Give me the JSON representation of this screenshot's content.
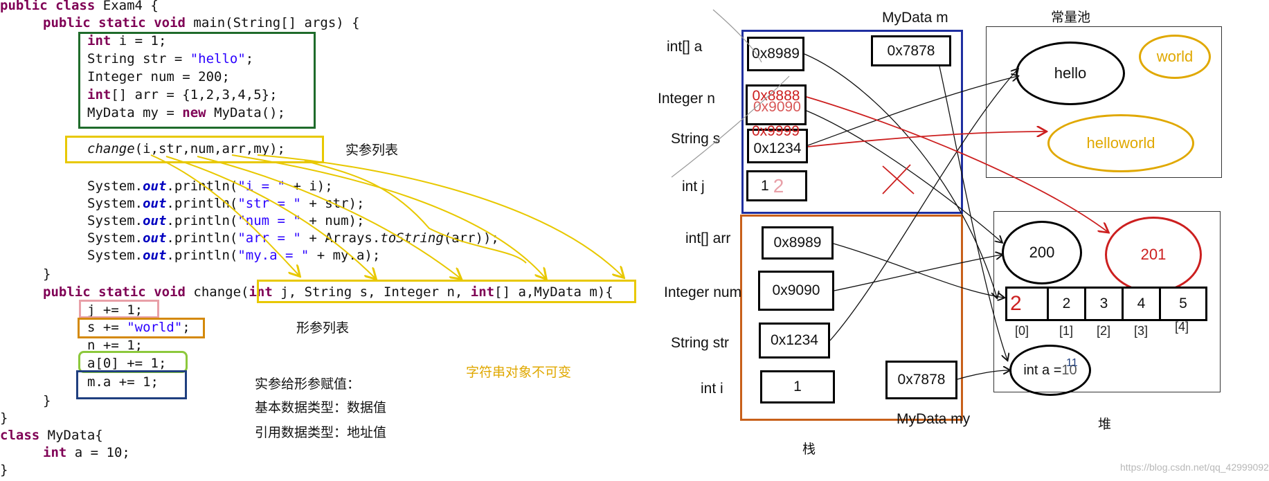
{
  "code": {
    "line1": {
      "kw1": "public",
      "kw2": "class",
      "name": "Exam4 {"
    },
    "line2": {
      "kw1": "public",
      "kw2": "static",
      "kw3": "void",
      "rest": "main(String[] args) {"
    },
    "l_int_i": {
      "kw": "int",
      "rest": "i = 1;"
    },
    "l_str": {
      "pre": "String str = ",
      "lit": "\"hello\"",
      "post": ";"
    },
    "l_num": "Integer num = 200;",
    "l_arr": {
      "kw": "int",
      "rest": "[] arr = {1,2,3,4,5};"
    },
    "l_my": {
      "pre": "MyData my = ",
      "kw": "new",
      "post": "MyData();"
    },
    "l_change": {
      "name": "change",
      "args": "(i,str,num,arr,my);"
    },
    "println": [
      {
        "pre": "System.",
        "out": "out",
        "mid": ".println(",
        "lit": "\"i = \"",
        "post": " + i);"
      },
      {
        "pre": "System.",
        "out": "out",
        "mid": ".println(",
        "lit": "\"str = \"",
        "post": " + str);"
      },
      {
        "pre": "System.",
        "out": "out",
        "mid": ".println(",
        "lit": "\"num = \"",
        "post": " + num);"
      },
      {
        "pre": "System.",
        "out": "out",
        "mid": ".println(",
        "lit": "\"arr = \"",
        "post": " + Arrays.",
        "it": "toString",
        "post2": "(arr));"
      },
      {
        "pre": "System.",
        "out": "out",
        "mid": ".println(",
        "lit": "\"my.a = \"",
        "post": " + my.a);"
      }
    ],
    "close_main": "}",
    "line_change": {
      "kw1": "public",
      "kw2": "static",
      "kw3": "void",
      "name": "change(",
      "kw4": "int",
      "p1": " j, String s, Integer n, ",
      "kw5": "int",
      "p2": "[] a,MyData m){"
    },
    "body": [
      "j += 1;",
      "s += ",
      "n += 1;",
      "a[0] += 1;",
      "m.a += 1;"
    ],
    "body_lit": "\"world\"",
    "body_semi": ";",
    "close_change": "}",
    "close_class": "}",
    "class2": {
      "kw": "class",
      "rest": "MyData{"
    },
    "field": {
      "kw": "int",
      "rest": "a = 10;"
    },
    "close_class2": "}"
  },
  "annotations": {
    "actual_params": "实参列表",
    "formal_params": "形参列表",
    "string_immutable": "字符串对象不可变",
    "assign_title": "实参给形参赋值：",
    "assign_primitive": "基本数据类型：数据值",
    "assign_reference": "引用数据类型：地址值"
  },
  "memory": {
    "mydata_m_label": "MyData m",
    "const_pool_label": "常量池",
    "stack_label": "栈",
    "heap_label": "堆",
    "mydata_my_label": "MyData my",
    "change_frame": [
      {
        "label": "int[]  a",
        "value": "0x8989"
      },
      {
        "label": "Integer n",
        "value": "0x8888",
        "old_value": "0x9090"
      },
      {
        "label": "String  s",
        "value": "0x1234",
        "new_value": "0x9999"
      },
      {
        "label": "int  j",
        "value": "1",
        "new_value": "2"
      }
    ],
    "change_frame_m": "0x7878",
    "main_frame": [
      {
        "label": "int[]    arr",
        "value": "0x8989"
      },
      {
        "label": "Integer num",
        "value": "0x9090"
      },
      {
        "label": "String str",
        "value": "0x1234"
      },
      {
        "label": "int  i",
        "value": "1"
      }
    ],
    "main_frame_my": "0x7878",
    "pool": [
      "hello",
      "world",
      "helloworld"
    ],
    "heap_200": "200",
    "heap_201": "201",
    "array_values": [
      "2",
      "2",
      "3",
      "4",
      "5"
    ],
    "array_index": [
      "[0]",
      "[1]",
      "[2]",
      "[3]",
      "[4]"
    ],
    "mydata_obj": {
      "text": "int a = ",
      "old": "10",
      "new": "11"
    }
  },
  "watermark": "https://blog.csdn.net/qq_42999092",
  "colors": {
    "green": "#1f6b2b",
    "yellow": "#e8c800",
    "pink": "#e8a0a8",
    "orange_box": "#d4890a",
    "lime": "#8cc83c",
    "navy": "#1f3f7f",
    "blue_frame": "#1f2fa0",
    "orange_frame": "#c8601a",
    "gold": "#e0a800",
    "red": "#cc1f1f"
  }
}
